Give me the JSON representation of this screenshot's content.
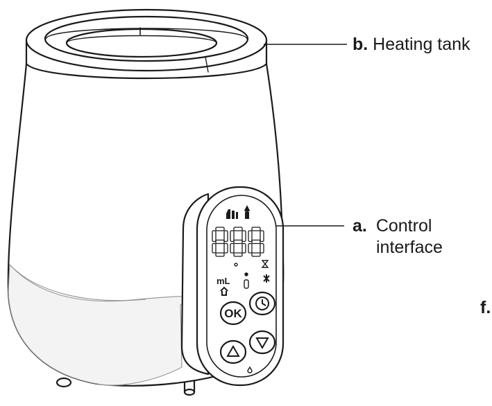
{
  "labels": {
    "heating_tank": {
      "letter": "b.",
      "text": "Heating tank"
    },
    "control_interface": {
      "letter": "a.",
      "line1": "Control",
      "line2": "interface"
    },
    "partial": {
      "letter": "f."
    }
  },
  "display": {
    "digits": "888",
    "unit": "mL",
    "ok_button": "OK"
  },
  "colors": {
    "stroke": "#1a1a1a",
    "fill": "#ffffff",
    "band": "#f2f2f2",
    "panel": "#ffffff"
  }
}
